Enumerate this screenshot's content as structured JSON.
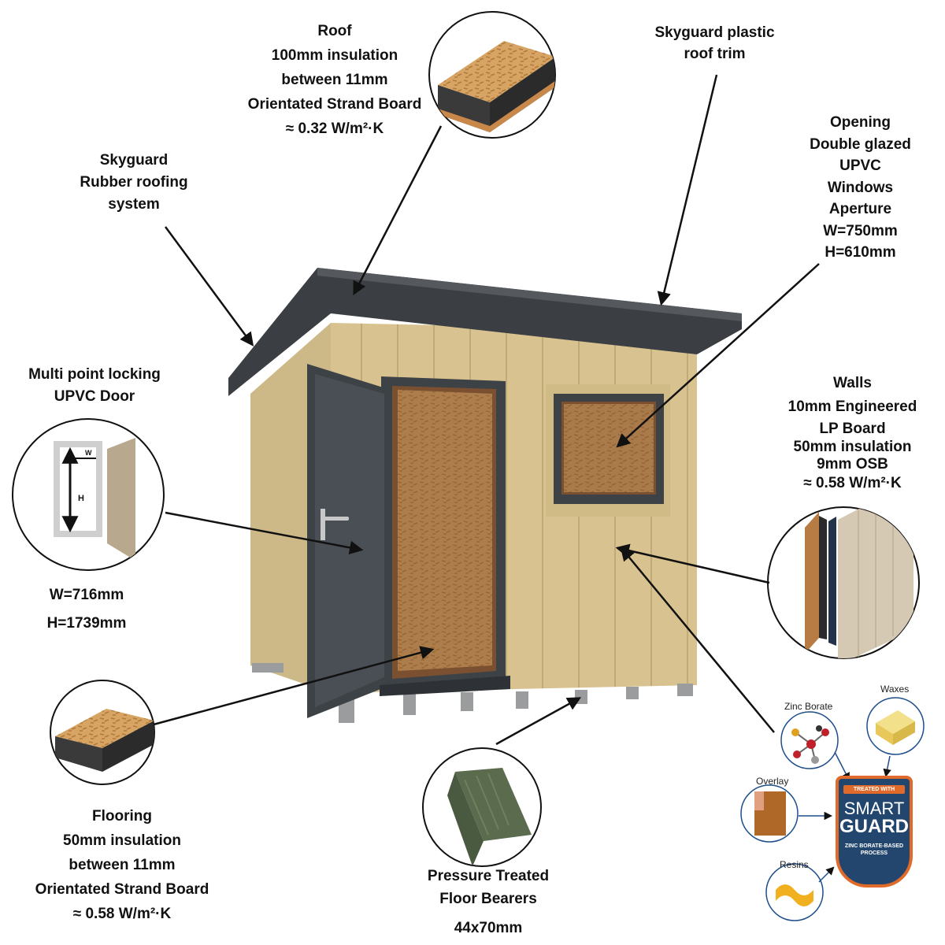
{
  "labels": {
    "roof": [
      "Roof",
      "100mm insulation",
      "between 11mm",
      "Orientated Strand Board",
      "≈ 0.32 W/m²·K"
    ],
    "roof_trim": [
      "Skyguard plastic",
      "roof trim"
    ],
    "rubber_roof": [
      "Skyguard",
      "Rubber roofing",
      "system"
    ],
    "windows": [
      "Opening",
      "Double glazed",
      "UPVC",
      "Windows",
      "Aperture",
      "W=750mm",
      "H=610mm"
    ],
    "door": [
      "Multi point locking",
      "UPVC Door"
    ],
    "door_dims": [
      "W=716mm",
      "H=1739mm"
    ],
    "walls": [
      "Walls",
      "10mm Engineered",
      "LP Board",
      "50mm insulation",
      "9mm OSB",
      "≈ 0.58 W/m²·K"
    ],
    "flooring": [
      "Flooring",
      "50mm insulation",
      "between 11mm",
      "Orientated Strand Board",
      "≈ 0.58 W/m²·K"
    ],
    "bearers": [
      "Pressure Treated",
      "Floor Bearers",
      "44x70mm"
    ]
  },
  "door_diagram": {
    "w_label": "W",
    "h_label": "H"
  },
  "smartguard": {
    "ingredients": [
      "Zinc Borate",
      "Waxes",
      "Overlay",
      "Resins"
    ],
    "badge_top": "TREATED WITH",
    "badge_line1": "SMART",
    "badge_line2": "GUARD",
    "badge_bottom": "ZINC BORATE-BASED PROCESS"
  },
  "colors": {
    "cladding": "#d9c391",
    "frame": "#3d4247",
    "osb": "#c88f4f",
    "badge_blue": "#22466e",
    "badge_orange": "#e06a2a"
  }
}
